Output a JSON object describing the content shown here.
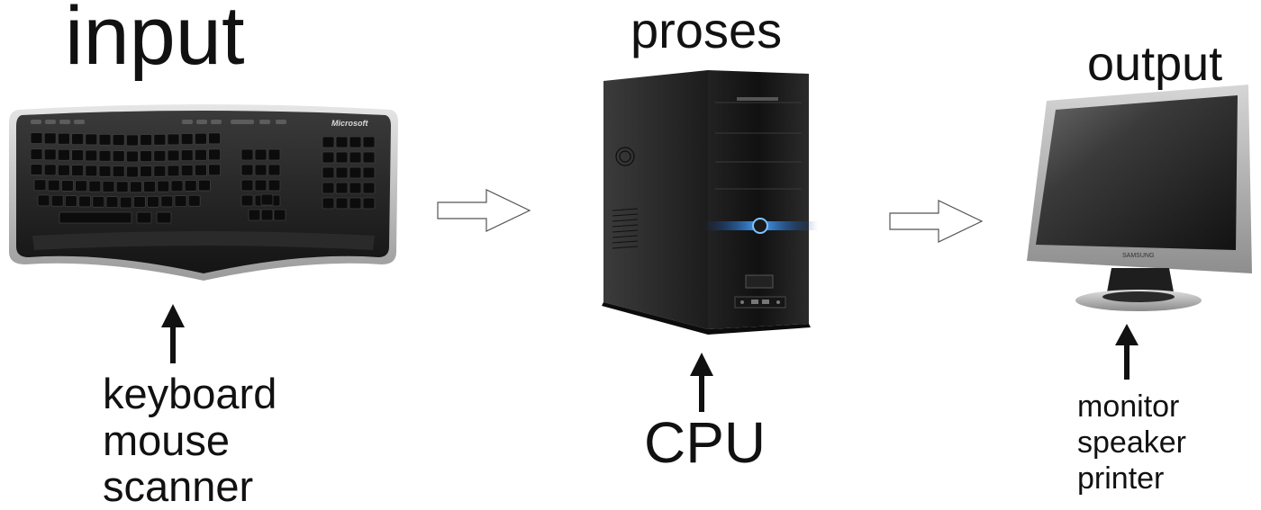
{
  "sections": {
    "input": {
      "title": "input",
      "items": [
        "keyboard",
        "mouse",
        "scanner"
      ]
    },
    "proses": {
      "title": "proses",
      "items": [
        "CPU"
      ]
    },
    "output": {
      "title": "output",
      "items": [
        "monitor",
        "speaker",
        "printer"
      ]
    }
  },
  "devices": {
    "keyboard_brand": "Microsoft",
    "monitor_brand": "SAMSUNG"
  },
  "icons": [
    "keyboard-icon",
    "computer-tower-icon",
    "monitor-icon",
    "flow-arrow-icon",
    "up-arrow-icon"
  ],
  "colors": {
    "text": "#111111",
    "cpu_led": "#2a8cff",
    "device_dark": "#1b1b1b",
    "device_silver": "#b9b9b9"
  }
}
